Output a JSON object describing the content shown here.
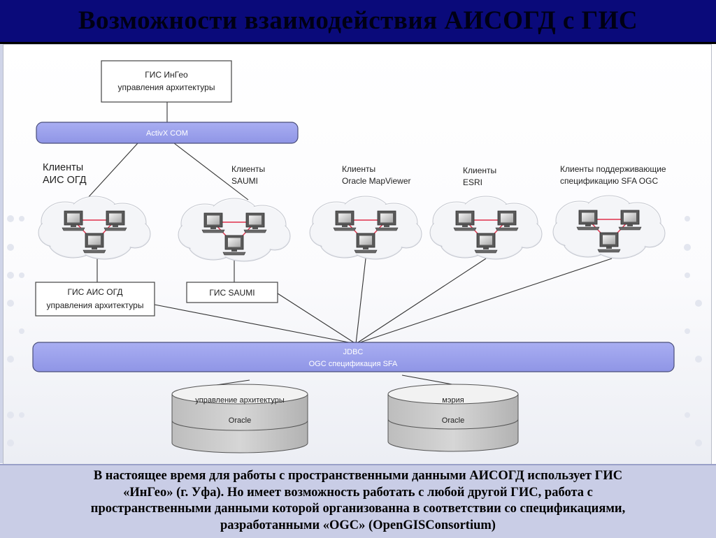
{
  "title": "Возможности взаимодействия АИСОГД с ГИС",
  "diagram": {
    "top_box": {
      "line1": "ГИС ИнГео",
      "line2": "управления архитектуры"
    },
    "activex_bar": "ActivX  COM",
    "client_groups": [
      {
        "line1": "Клиенты",
        "line2": "АИС ОГД"
      },
      {
        "line1": "Клиенты",
        "line2": "SAUMI"
      },
      {
        "line1": "Клиенты",
        "line2": "Oracle MapViewer"
      },
      {
        "line1": "Клиенты",
        "line2": "ESRI"
      },
      {
        "line1": "Клиенты поддерживающие",
        "line2": "спецификацию SFA OGC"
      }
    ],
    "gis_box_1": {
      "line1": "ГИС АИС ОГД",
      "line2": "управления архитектуры"
    },
    "gis_box_2": {
      "line1": "ГИС SAUMI"
    },
    "jdbc_bar": {
      "line1": "JDBC",
      "line2": "OGC спецификация SFA"
    },
    "databases": [
      {
        "top": "управление архитектуры",
        "bottom": "Oracle"
      },
      {
        "top": "мэрия",
        "bottom": "Oracle"
      }
    ],
    "colors": {
      "bar_fill": "#9aa0ec",
      "bar_stroke": "#4a4e7a",
      "network_link": "#e0304a"
    }
  },
  "caption": {
    "lines": [
      "В настоящее время для работы с пространственными данными АИСОГД  использует ГИС",
      "«ИнГео» (г. Уфа). Но имеет возможность работать с любой другой ГИС, работа с",
      "пространственными данными которой организованна в соответствии со спецификациями,",
      "разработанными «OGC» (OpenGISConsortium)"
    ]
  }
}
